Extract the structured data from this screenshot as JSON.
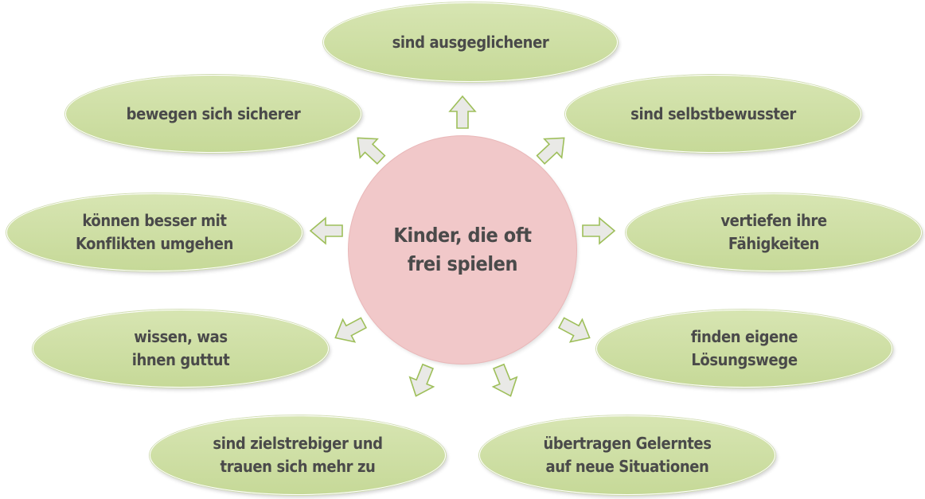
{
  "center": {
    "label": "Kinder, die oft\nfrei spielen"
  },
  "outcomes": [
    {
      "id": "top",
      "label": "sind ausgeglichener"
    },
    {
      "id": "upper-left",
      "label": "bewegen sich sicherer"
    },
    {
      "id": "upper-right",
      "label": "sind selbstbewusster"
    },
    {
      "id": "mid-left",
      "label": "können besser mit\nKonflikten umgehen"
    },
    {
      "id": "mid-right",
      "label": "vertiefen ihre\nFähigkeiten"
    },
    {
      "id": "low-left",
      "label": "wissen, was\nihnen guttut"
    },
    {
      "id": "low-right",
      "label": "finden eigene\nLösungswege"
    },
    {
      "id": "bot-left",
      "label": "sind zielstrebiger und\ntrauen sich mehr zu"
    },
    {
      "id": "bot-right",
      "label": "übertragen Gelerntes\nauf neue Situationen"
    }
  ],
  "colors": {
    "center_fill": "#f1c8c9",
    "outcome_fill": "#cfe0a6",
    "arrow_fill": "#e9e9e6",
    "arrow_stroke": "#9ebf5a",
    "text": "#4a4a4a"
  }
}
